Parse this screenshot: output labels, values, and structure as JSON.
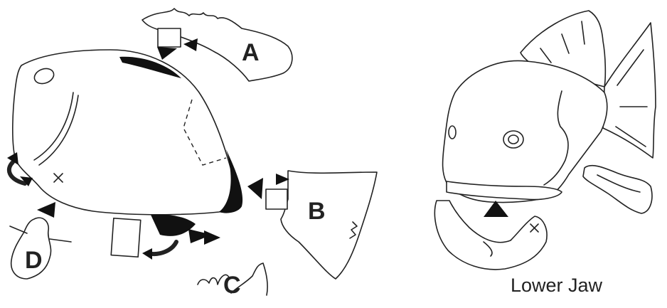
{
  "labels": {
    "a": "A",
    "b": "B",
    "c": "C",
    "d": "D"
  },
  "caption": "Lower Jaw"
}
